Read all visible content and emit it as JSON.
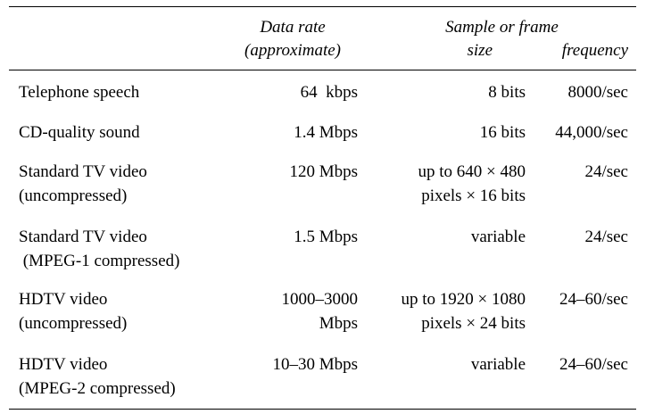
{
  "header": {
    "data_rate_line1": "Data rate",
    "data_rate_line2": "(approximate)",
    "sample_group": "Sample or frame",
    "size": "size",
    "frequency": "frequency"
  },
  "rows": [
    {
      "label": [
        "Telephone speech"
      ],
      "rate": [
        "64  kbps"
      ],
      "size": [
        "8 bits"
      ],
      "frequency": "8000/sec"
    },
    {
      "label": [
        "CD-quality sound"
      ],
      "rate": [
        "1.4 Mbps"
      ],
      "size": [
        "16 bits"
      ],
      "frequency": "44,000/sec"
    },
    {
      "label": [
        "Standard TV video",
        "(uncompressed)"
      ],
      "rate": [
        "120 Mbps"
      ],
      "size": [
        "up to 640 × 480",
        "pixels × 16 bits"
      ],
      "frequency": "24/sec"
    },
    {
      "label": [
        "Standard TV video",
        " (MPEG-1 compressed)"
      ],
      "rate": [
        "1.5 Mbps"
      ],
      "size": [
        "variable"
      ],
      "frequency": "24/sec"
    },
    {
      "label": [
        "HDTV video",
        "(uncompressed)"
      ],
      "rate": [
        "1000–3000",
        "Mbps"
      ],
      "size": [
        "up to 1920 × 1080",
        "pixels × 24 bits"
      ],
      "frequency": "24–60/sec"
    },
    {
      "label": [
        "HDTV video",
        "(MPEG-2 compressed)"
      ],
      "rate": [
        "10–30 Mbps"
      ],
      "size": [
        "variable"
      ],
      "frequency": "24–60/sec"
    }
  ]
}
